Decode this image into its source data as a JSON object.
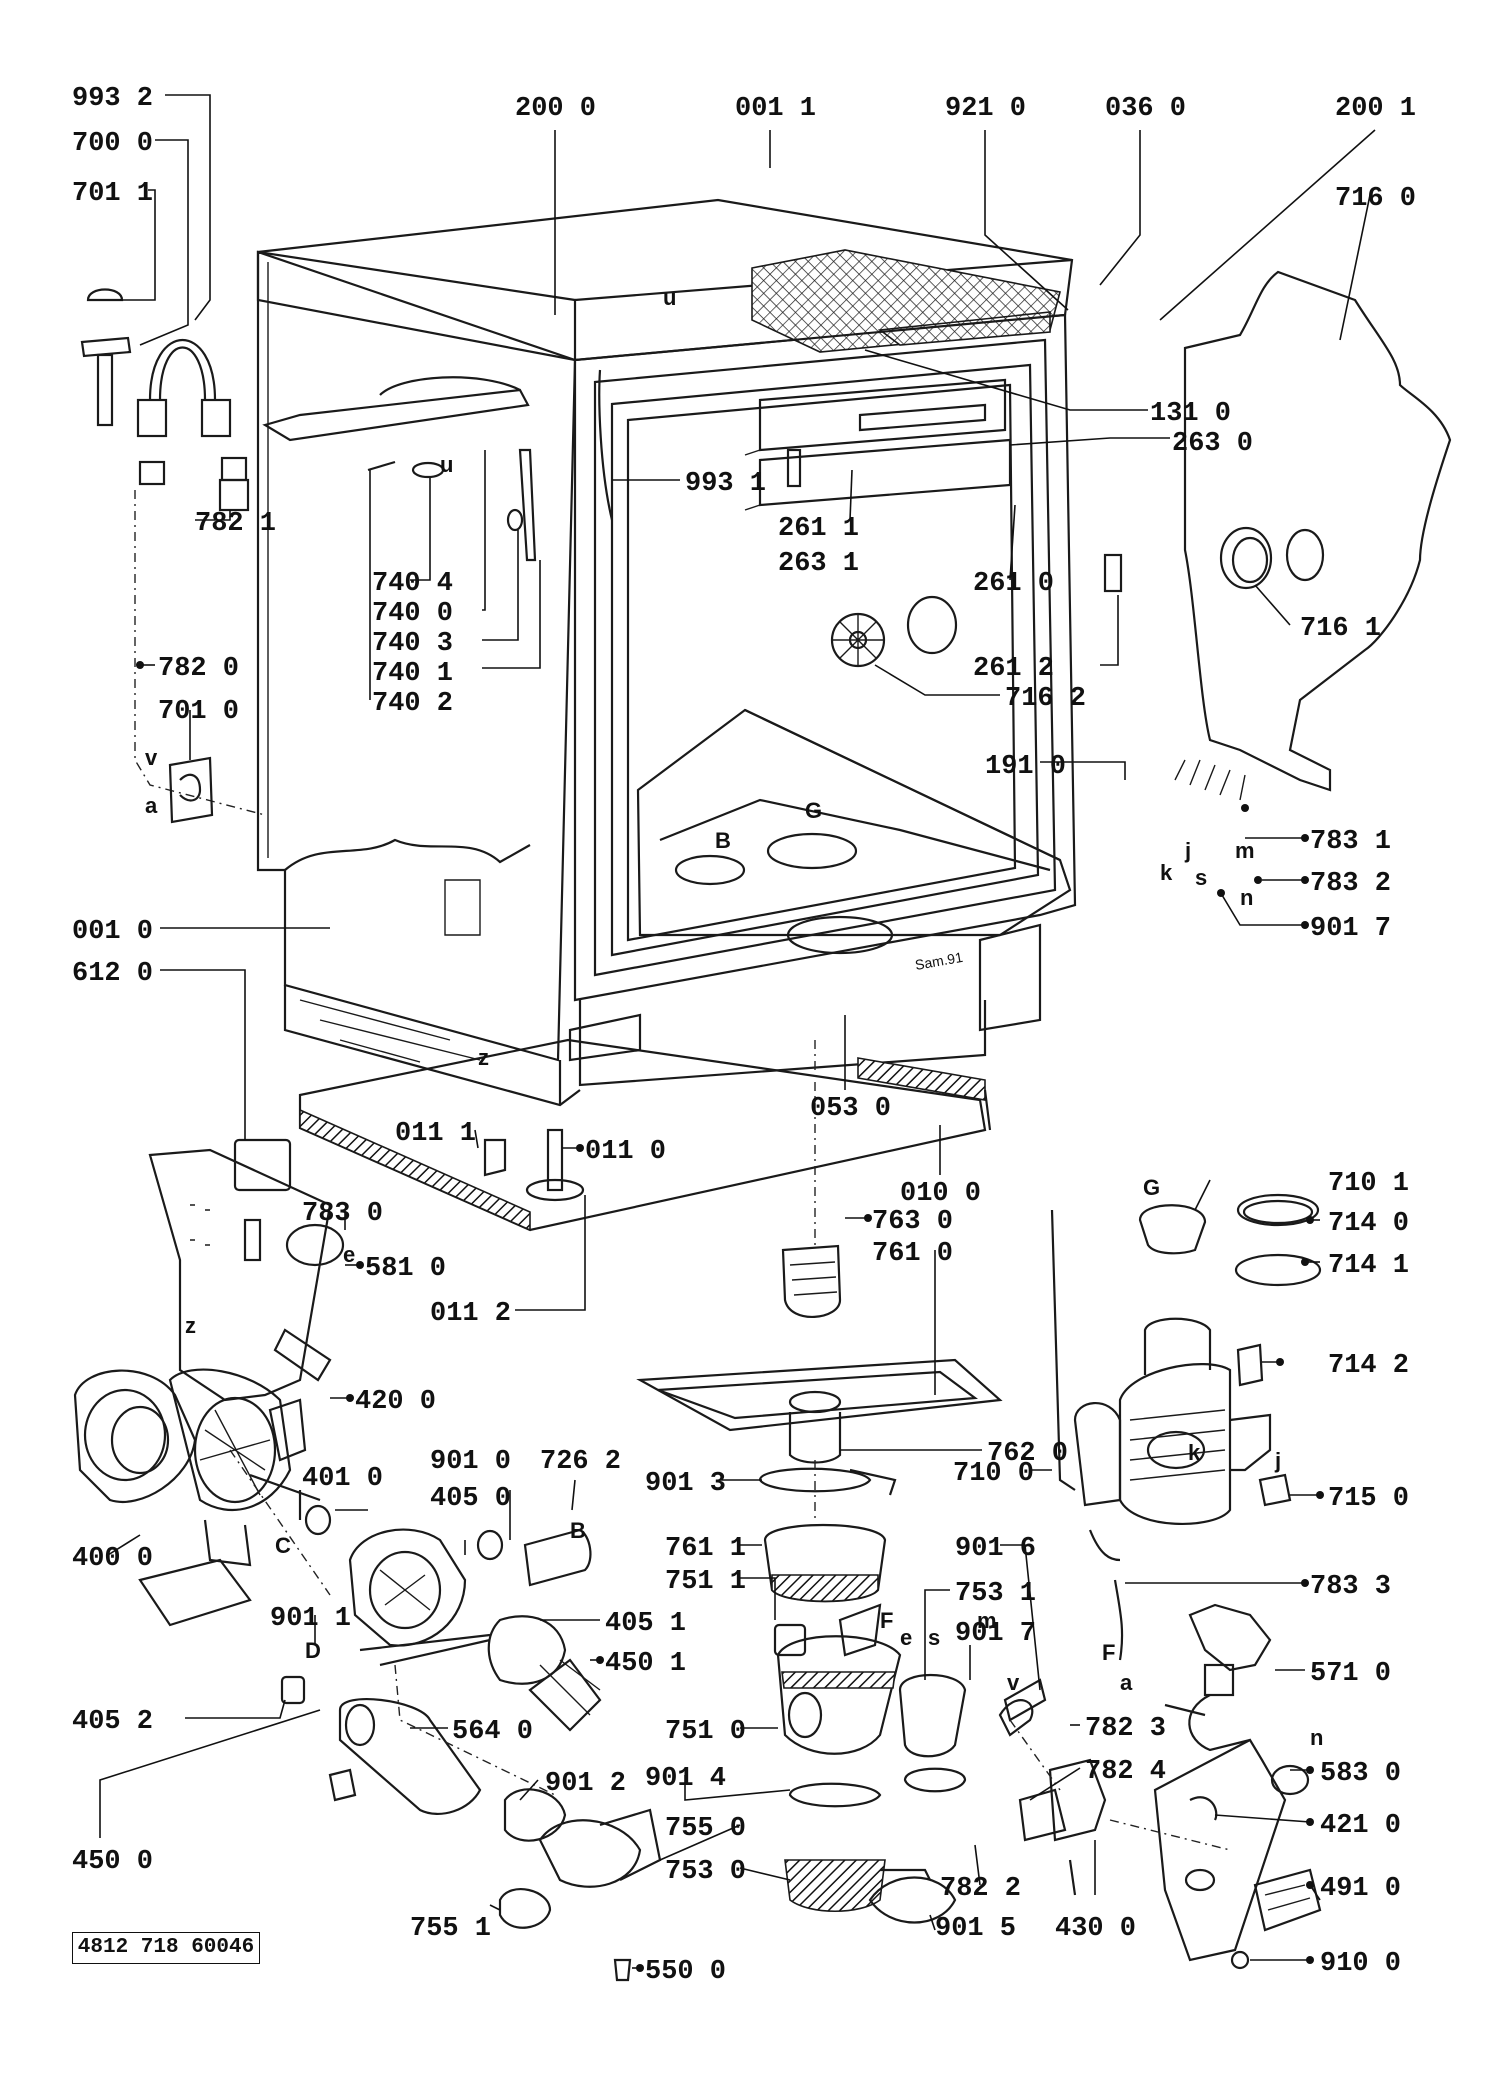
{
  "document_number": "4812 718 60046",
  "callouts": [
    {
      "id": "993-2",
      "text": "993 2"
    },
    {
      "id": "700-0",
      "text": "700 0"
    },
    {
      "id": "701-1",
      "text": "701 1"
    },
    {
      "id": "782-1",
      "text": "782 1"
    },
    {
      "id": "782-0",
      "text": "782 0"
    },
    {
      "id": "701-0",
      "text": "701 0"
    },
    {
      "id": "200-0",
      "text": "200 0"
    },
    {
      "id": "001-1",
      "text": "001 1"
    },
    {
      "id": "921-0",
      "text": "921 0"
    },
    {
      "id": "036-0",
      "text": "036 0"
    },
    {
      "id": "200-1",
      "text": "200 1"
    },
    {
      "id": "716-0",
      "text": "716 0"
    },
    {
      "id": "131-0",
      "text": "131 0"
    },
    {
      "id": "263-0",
      "text": "263 0"
    },
    {
      "id": "993-1",
      "text": "993 1"
    },
    {
      "id": "261-1",
      "text": "261 1"
    },
    {
      "id": "263-1",
      "text": "263 1"
    },
    {
      "id": "740-4",
      "text": "740 4"
    },
    {
      "id": "740-0",
      "text": "740 0"
    },
    {
      "id": "740-3",
      "text": "740 3"
    },
    {
      "id": "740-1",
      "text": "740 1"
    },
    {
      "id": "740-2",
      "text": "740 2"
    },
    {
      "id": "261-0",
      "text": "261 0"
    },
    {
      "id": "261-2",
      "text": "261 2"
    },
    {
      "id": "716-1",
      "text": "716 1"
    },
    {
      "id": "716-2",
      "text": "716 2"
    },
    {
      "id": "191-0",
      "text": "191 0"
    },
    {
      "id": "783-1",
      "text": "783 1"
    },
    {
      "id": "783-2",
      "text": "783 2"
    },
    {
      "id": "901-7a",
      "text": "901 7"
    },
    {
      "id": "001-0",
      "text": "001 0"
    },
    {
      "id": "612-0",
      "text": "612 0"
    },
    {
      "id": "053-0",
      "text": "053 0"
    },
    {
      "id": "011-1",
      "text": "011 1"
    },
    {
      "id": "011-0",
      "text": "011 0"
    },
    {
      "id": "010-0",
      "text": "010 0"
    },
    {
      "id": "783-0",
      "text": "783 0"
    },
    {
      "id": "581-0",
      "text": "581 0"
    },
    {
      "id": "011-2",
      "text": "011 2"
    },
    {
      "id": "763-0",
      "text": "763 0"
    },
    {
      "id": "761-0",
      "text": "761 0"
    },
    {
      "id": "710-1",
      "text": "710 1"
    },
    {
      "id": "714-0",
      "text": "714 0"
    },
    {
      "id": "714-1",
      "text": "714 1"
    },
    {
      "id": "714-2",
      "text": "714 2"
    },
    {
      "id": "420-0",
      "text": "420 0"
    },
    {
      "id": "762-0",
      "text": "762 0"
    },
    {
      "id": "901-0",
      "text": "901 0"
    },
    {
      "id": "726-2",
      "text": "726 2"
    },
    {
      "id": "401-0",
      "text": "401 0"
    },
    {
      "id": "405-0",
      "text": "405 0"
    },
    {
      "id": "901-3",
      "text": "901 3"
    },
    {
      "id": "710-0",
      "text": "710 0"
    },
    {
      "id": "715-0",
      "text": "715 0"
    },
    {
      "id": "400-0",
      "text": "400 0"
    },
    {
      "id": "761-1",
      "text": "761 1"
    },
    {
      "id": "901-6",
      "text": "901 6"
    },
    {
      "id": "783-3",
      "text": "783 3"
    },
    {
      "id": "751-1",
      "text": "751 1"
    },
    {
      "id": "753-1",
      "text": "753 1"
    },
    {
      "id": "901-1",
      "text": "901 1"
    },
    {
      "id": "405-1",
      "text": "405 1"
    },
    {
      "id": "450-1",
      "text": "450 1"
    },
    {
      "id": "901-7b",
      "text": "901 7"
    },
    {
      "id": "571-0",
      "text": "571 0"
    },
    {
      "id": "405-2",
      "text": "405 2"
    },
    {
      "id": "564-0",
      "text": "564 0"
    },
    {
      "id": "751-0",
      "text": "751 0"
    },
    {
      "id": "782-3",
      "text": "782 3"
    },
    {
      "id": "901-2",
      "text": "901 2"
    },
    {
      "id": "901-4",
      "text": "901 4"
    },
    {
      "id": "782-4",
      "text": "782 4"
    },
    {
      "id": "583-0",
      "text": "583 0"
    },
    {
      "id": "421-0",
      "text": "421 0"
    },
    {
      "id": "755-0",
      "text": "755 0"
    },
    {
      "id": "450-0",
      "text": "450 0"
    },
    {
      "id": "753-0",
      "text": "753 0"
    },
    {
      "id": "782-2",
      "text": "782 2"
    },
    {
      "id": "491-0",
      "text": "491 0"
    },
    {
      "id": "430-0",
      "text": "430 0"
    },
    {
      "id": "755-1",
      "text": "755 1"
    },
    {
      "id": "901-5",
      "text": "901 5"
    },
    {
      "id": "910-0",
      "text": "910 0"
    },
    {
      "id": "550-0",
      "text": "550 0"
    }
  ],
  "letters": [
    {
      "id": "u1",
      "text": "u"
    },
    {
      "id": "u2",
      "text": "u"
    },
    {
      "id": "v1",
      "text": "v"
    },
    {
      "id": "a1",
      "text": "a"
    },
    {
      "id": "B1",
      "text": "B"
    },
    {
      "id": "G1",
      "text": "G"
    },
    {
      "id": "j1",
      "text": "j"
    },
    {
      "id": "m1",
      "text": "m"
    },
    {
      "id": "k1",
      "text": "k"
    },
    {
      "id": "s1",
      "text": "s"
    },
    {
      "id": "n1",
      "text": "n"
    },
    {
      "id": "z1",
      "text": "z"
    },
    {
      "id": "e1",
      "text": "e"
    },
    {
      "id": "z2",
      "text": "z"
    },
    {
      "id": "G2",
      "text": "G"
    },
    {
      "id": "k2",
      "text": "k"
    },
    {
      "id": "j2",
      "text": "j"
    },
    {
      "id": "C1",
      "text": "C"
    },
    {
      "id": "B2",
      "text": "B"
    },
    {
      "id": "F1",
      "text": "F"
    },
    {
      "id": "D1",
      "text": "D"
    },
    {
      "id": "F2",
      "text": "F"
    },
    {
      "id": "e2",
      "text": "e"
    },
    {
      "id": "s2",
      "text": "s"
    },
    {
      "id": "m2",
      "text": "m"
    },
    {
      "id": "v2",
      "text": "v"
    },
    {
      "id": "a2",
      "text": "a"
    },
    {
      "id": "n2",
      "text": "n"
    }
  ],
  "inscription": "Sam.91"
}
